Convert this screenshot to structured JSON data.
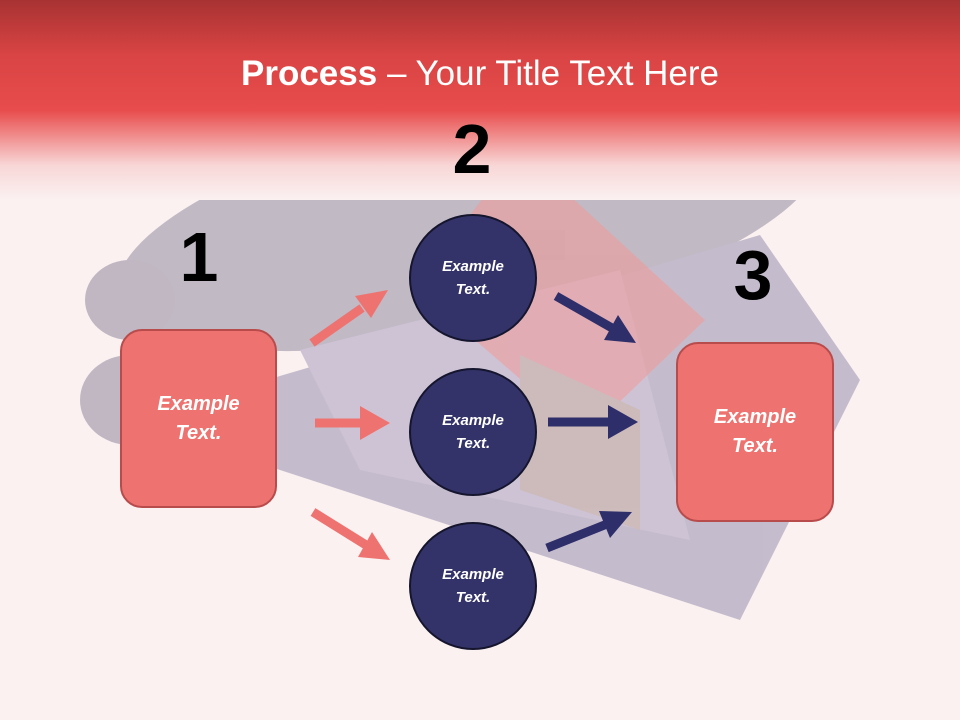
{
  "title": {
    "bold": "Process",
    "rest": " – Your Title Text Here"
  },
  "steps": {
    "one": {
      "number": "1",
      "text": "Example Text."
    },
    "two": {
      "number": "2",
      "circles": [
        "Example Text.",
        "Example Text.",
        "Example Text."
      ]
    },
    "three": {
      "number": "3",
      "text": "Example Text."
    }
  },
  "colors": {
    "header": "#e84c4c",
    "box": "#ee7370",
    "circle": "#33336a",
    "arrow_left": "#ee7370",
    "arrow_right": "#2e2e6a"
  },
  "background_image": "house-on-blueprints"
}
